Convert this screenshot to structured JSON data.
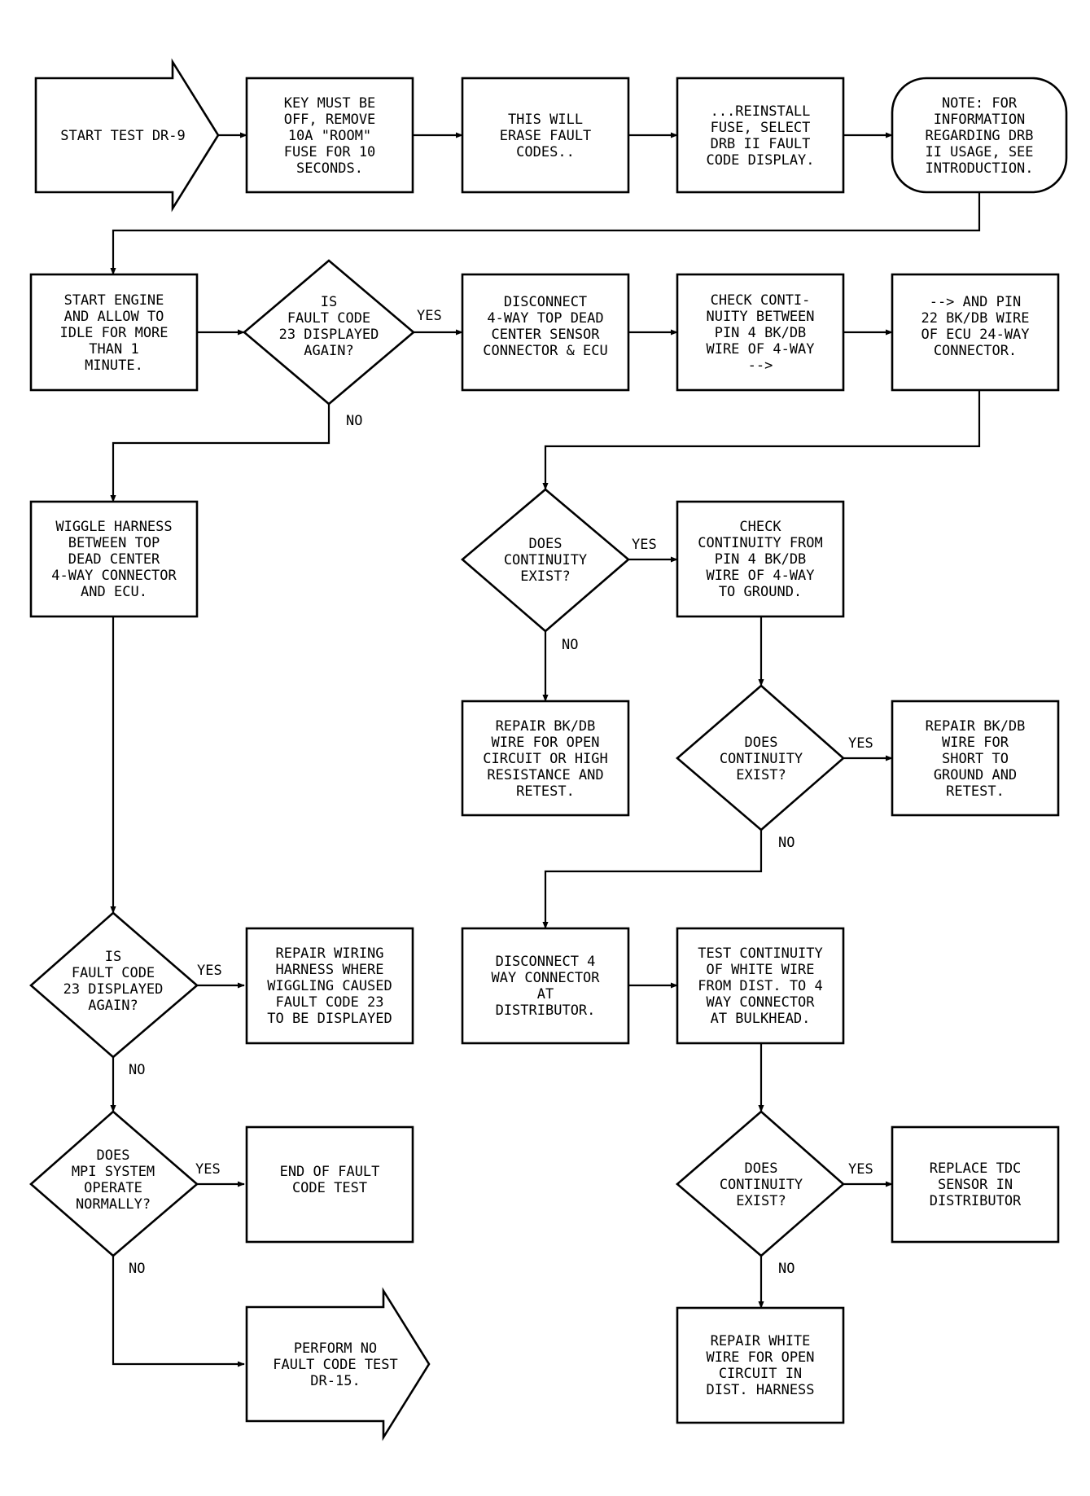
{
  "diagram": {
    "nodes": {
      "start": [
        "START TEST DR-9"
      ],
      "key_off": [
        "KEY MUST BE",
        "OFF, REMOVE",
        "10A \"ROOM\"",
        "FUSE FOR 10",
        "SECONDS."
      ],
      "erase": [
        "THIS WILL",
        "ERASE FAULT",
        "CODES.."
      ],
      "reinstall": [
        "...REINSTALL",
        "FUSE, SELECT",
        "DRB II FAULT",
        "CODE DISPLAY."
      ],
      "note": [
        "NOTE: FOR",
        "INFORMATION",
        "REGARDING DRB",
        "II USAGE, SEE",
        "INTRODUCTION."
      ],
      "start_engine": [
        "START ENGINE",
        "AND ALLOW TO",
        "IDLE FOR MORE",
        "THAN 1",
        "MINUTE."
      ],
      "is_23_a": [
        "IS",
        "FAULT CODE",
        "23 DISPLAYED",
        "AGAIN?"
      ],
      "disconnect_tdc": [
        "DISCONNECT",
        "4-WAY TOP DEAD",
        "CENTER SENSOR",
        "CONNECTOR & ECU"
      ],
      "check_cont": [
        "CHECK CONTI-",
        "NUITY BETWEEN",
        "PIN 4 BK/DB",
        "WIRE OF 4-WAY",
        "-->"
      ],
      "and_pin": [
        "--> AND PIN",
        "22 BK/DB WIRE",
        "OF ECU 24-WAY",
        "CONNECTOR."
      ],
      "wiggle": [
        "WIGGLE HARNESS",
        "BETWEEN TOP",
        "DEAD CENTER",
        "4-WAY CONNECTOR",
        "AND ECU."
      ],
      "does_cont_1": [
        "DOES",
        "CONTINUITY",
        "EXIST?"
      ],
      "check_ground": [
        "CHECK",
        "CONTINUITY FROM",
        "PIN 4 BK/DB",
        "WIRE OF 4-WAY",
        "TO GROUND."
      ],
      "repair_open": [
        "REPAIR BK/DB",
        "WIRE FOR OPEN",
        "CIRCUIT OR HIGH",
        "RESISTANCE AND",
        "RETEST."
      ],
      "does_cont_2": [
        "DOES",
        "CONTINUITY",
        "EXIST?"
      ],
      "repair_short": [
        "REPAIR BK/DB",
        "WIRE FOR",
        "SHORT TO",
        "GROUND AND",
        "RETEST."
      ],
      "is_23_b": [
        "IS",
        "FAULT CODE",
        "23 DISPLAYED",
        "AGAIN?"
      ],
      "repair_wiring": [
        "REPAIR WIRING",
        "HARNESS WHERE",
        "WIGGLING CAUSED",
        "FAULT CODE 23",
        "TO BE DISPLAYED"
      ],
      "disconnect_dist": [
        "DISCONNECT 4",
        "WAY CONNECTOR",
        "AT",
        "DISTRIBUTOR."
      ],
      "test_white": [
        "TEST CONTINUITY",
        "OF WHITE WIRE",
        "FROM DIST. TO 4",
        "WAY CONNECTOR",
        "AT BULKHEAD."
      ],
      "mpi": [
        "DOES",
        "MPI SYSTEM",
        "OPERATE",
        "NORMALLY?"
      ],
      "end": [
        "END OF FAULT",
        "CODE TEST"
      ],
      "does_cont_3": [
        "DOES",
        "CONTINUITY",
        "EXIST?"
      ],
      "replace_tdc": [
        "REPLACE TDC",
        "SENSOR IN",
        "DISTRIBUTOR"
      ],
      "perform": [
        "PERFORM NO",
        "FAULT CODE TEST",
        "DR-15."
      ],
      "repair_white": [
        "REPAIR WHITE",
        "WIRE FOR OPEN",
        "CIRCUIT IN",
        "DIST. HARNESS"
      ]
    },
    "branch_labels": {
      "is_23_a_yes": "YES",
      "is_23_a_no": "NO",
      "does_cont_1_yes": "YES",
      "does_cont_1_no": "NO",
      "does_cont_2_yes": "YES",
      "does_cont_2_no": "NO",
      "is_23_b_yes": "YES",
      "is_23_b_no": "NO",
      "mpi_yes": "YES",
      "mpi_no": "NO",
      "does_cont_3_yes": "YES",
      "does_cont_3_no": "NO"
    }
  }
}
